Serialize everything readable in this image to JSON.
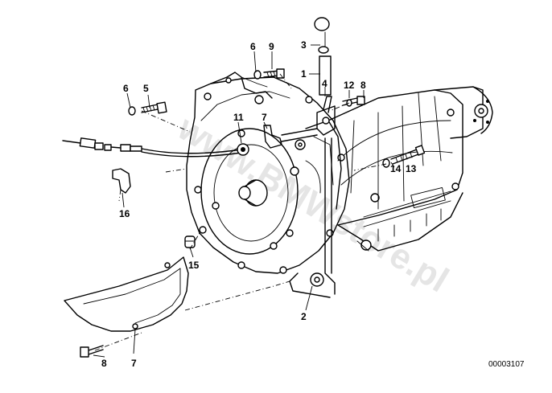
{
  "diagram": {
    "reference_number": "00003107",
    "watermark": "www.BMWstore.pl",
    "part_labels": {
      "p1": "1",
      "p2": "2",
      "p3": "3",
      "p4": "4",
      "p5": "5",
      "p6a": "6",
      "p6b": "6",
      "p7a": "7",
      "p7b": "7",
      "p8a": "8",
      "p8b": "8",
      "p9": "9",
      "p11": "11",
      "p12": "12",
      "p13": "13",
      "p14": "14",
      "p15": "15",
      "p16": "16"
    }
  }
}
